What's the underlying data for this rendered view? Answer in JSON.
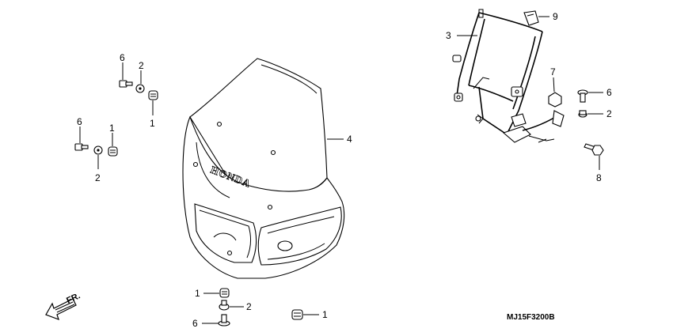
{
  "labels": {
    "l1_a": "6",
    "l1_b": "2",
    "l1_c": "1",
    "l2_a": "6",
    "l2_b": "1",
    "l2_c": "2",
    "l3_a": "1",
    "l3_b": "2",
    "l3_c": "6",
    "l4_a": "1",
    "cowl": "4",
    "stay": "3",
    "clip": "9",
    "nut": "7",
    "screw": "6",
    "collar": "2",
    "bolt": "8"
  },
  "brand_text": "HONDA",
  "direction_text": "FR.",
  "diagram_code": "MJ15F3200B"
}
